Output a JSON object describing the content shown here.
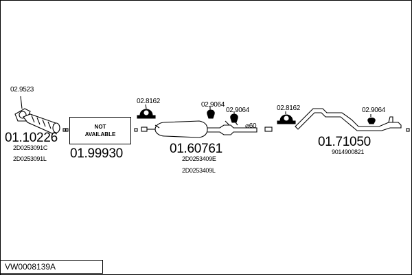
{
  "drawing": {
    "reference": "VW0008139A",
    "not_available_line1": "NOT",
    "not_available_line2": "AVAILABLE",
    "accessories": {
      "gasket_front": "02.9523",
      "clamp_1": "02.8162",
      "hanger_1": "02.9064",
      "hanger_2": "02.9064",
      "clamp_2": "02.8162",
      "hanger_3": "02.9064"
    },
    "pipe_diameter": "⌀60",
    "parts": {
      "front_pipe": {
        "number": "01.10226",
        "oe1": "2D0253091C",
        "oe2": "2D0253091L"
      },
      "not_available": {
        "number": "01.99930"
      },
      "middle_silencer": {
        "number": "01.60761",
        "oe1": "2D0253409E",
        "oe2": "2D0253409L"
      },
      "rear_silencer": {
        "number": "01.71050",
        "oe1": "9014900821"
      }
    }
  }
}
